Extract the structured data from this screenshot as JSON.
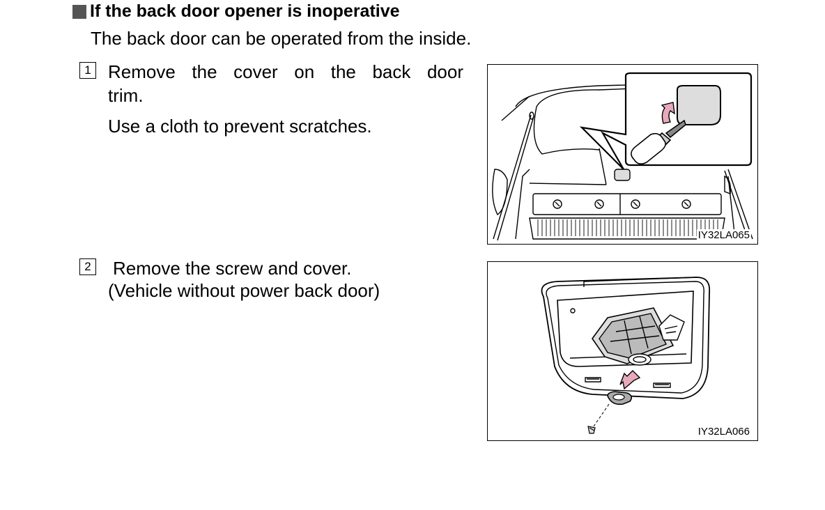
{
  "heading": "If the back door opener is inoperative",
  "intro": "The back door can be operated from the inside.",
  "steps": [
    {
      "number": "1",
      "text_line1": "Remove the cover on the back door",
      "text_line2": "trim.",
      "note": "Use a cloth to prevent scratches."
    },
    {
      "number": "2",
      "text": "Remove the screw and cover.",
      "note": "(Vehicle without power back door)"
    }
  ],
  "figures": [
    {
      "code": "IY32LA065"
    },
    {
      "code": "IY32LA066"
    }
  ],
  "colors": {
    "arrow": "#e8a9bb",
    "heading_square": "#555555",
    "cover_fill": "#dddddd"
  }
}
